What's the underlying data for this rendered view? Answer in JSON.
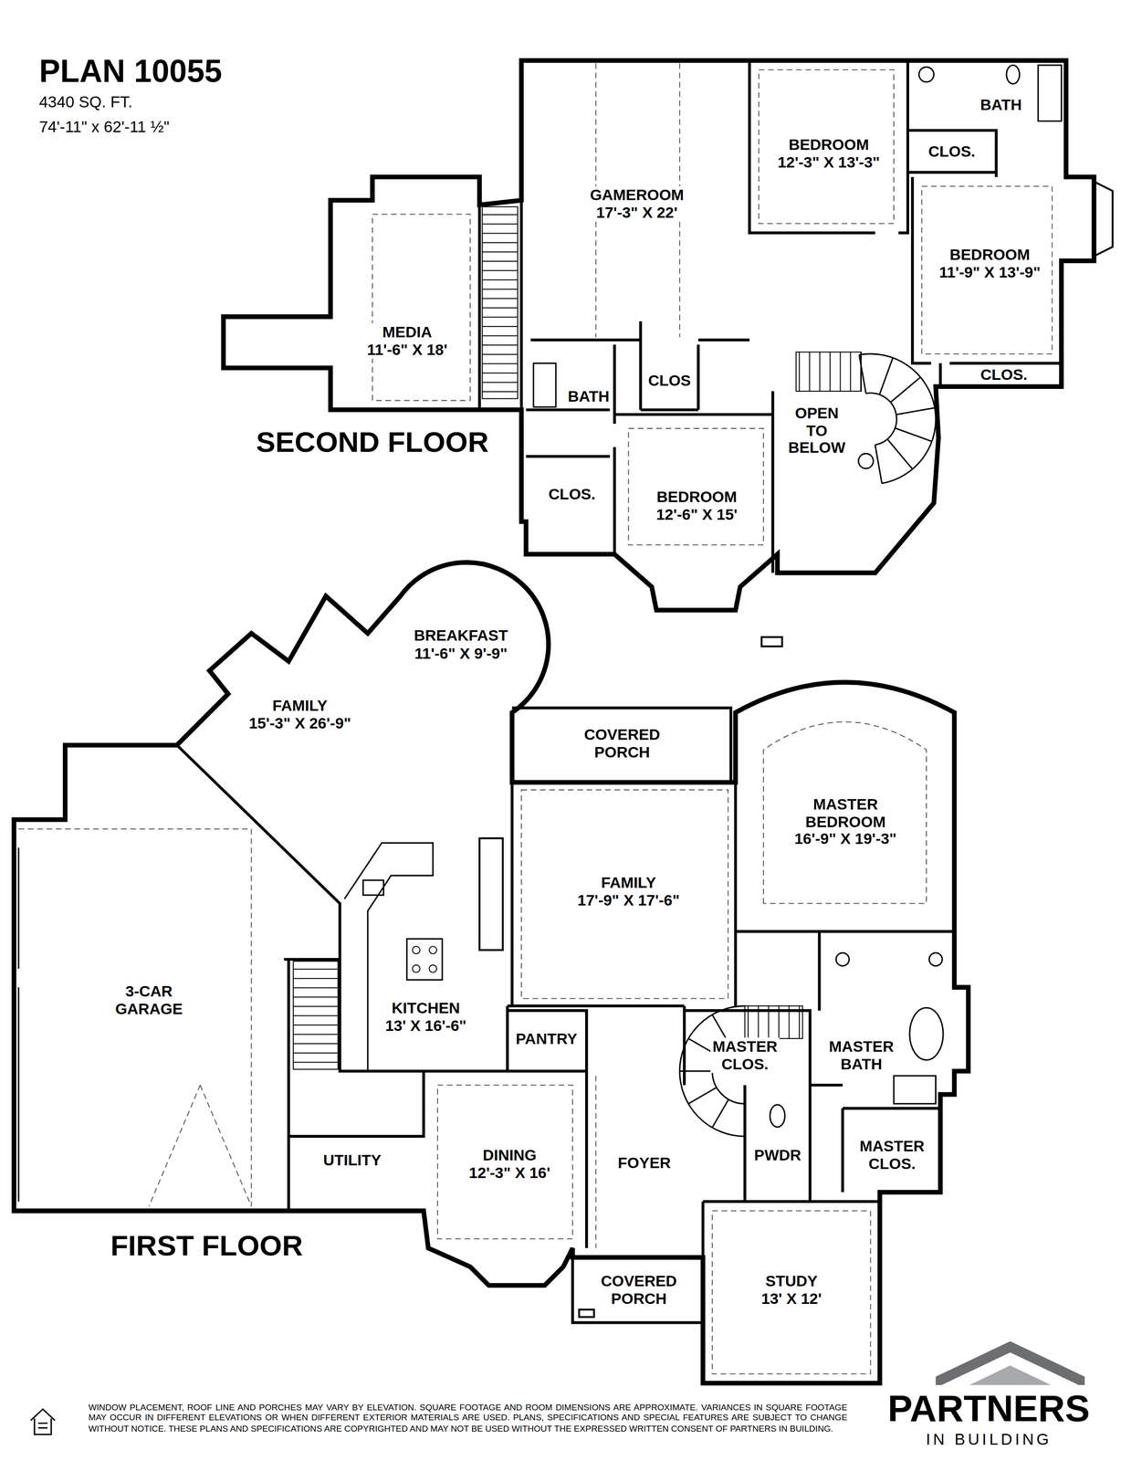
{
  "diagram": {
    "title": "PLAN 10055",
    "nodes": [
      {
        "text": [
          "MEDIA",
          "11'-6\" X 18'"
        ]
      },
      {
        "text": [
          "GAMEROOM",
          "17'-3\" X 22'"
        ]
      },
      {
        "text": [
          "BEDROOM",
          "12'-3\" X 13'-3\""
        ]
      },
      {
        "text": [
          "BATH"
        ]
      },
      {
        "text": [
          "CLOS."
        ]
      },
      {
        "text": [
          "BEDROOM",
          "11'-9\" X 13'-9\""
        ]
      },
      {
        "text": [
          "CLOS."
        ]
      },
      {
        "text": [
          "BATH"
        ]
      },
      {
        "text": [
          "CLOS"
        ]
      },
      {
        "text": [
          "OPEN TO BELOW"
        ]
      },
      {
        "text": [
          "CLOS."
        ]
      },
      {
        "text": [
          "BEDROOM",
          "12'-6\" X 15'"
        ]
      },
      {
        "text": [
          "BREAKFAST",
          "11'-6\" X 9'-9\""
        ]
      },
      {
        "text": [
          "FAMILY",
          "15'-3\" X 26'-9\""
        ]
      },
      {
        "text": [
          "COVERED PORCH"
        ]
      },
      {
        "text": [
          "MASTER BEDROOM",
          "16'-9\" X 19'-3\""
        ]
      },
      {
        "text": [
          "FAMILY",
          "17'-9\" X 17'-6\""
        ]
      },
      {
        "text": [
          "3-CAR GARAGE"
        ]
      },
      {
        "text": [
          "KITCHEN",
          "13' X 16'-6\""
        ]
      },
      {
        "text": [
          "PANTRY"
        ]
      },
      {
        "text": [
          "MASTER CLOS."
        ]
      },
      {
        "text": [
          "MASTER BATH"
        ]
      },
      {
        "text": [
          "UTILITY"
        ]
      },
      {
        "text": [
          "DINING",
          "12'-3\" X 16'"
        ]
      },
      {
        "text": [
          "FOYER"
        ]
      },
      {
        "text": [
          "PWDR"
        ]
      },
      {
        "text": [
          "MASTER CLOS."
        ]
      },
      {
        "text": [
          "COVERED PORCH"
        ]
      },
      {
        "text": [
          "STUDY",
          "13' X 12'"
        ]
      }
    ],
    "labels": [
      "4340 SQ. FT.",
      "74'-11\" x 62'-11 ½\"",
      "SECOND FLOOR",
      "FIRST FLOOR",
      "WINDOW PLACEMENT, ROOF LINE AND PORCHES MAY VARY BY ELEVATION. SQUARE FOOTAGE AND ROOM DIMENSIONS ARE APPROXIMATE. VARIANCES IN SQUARE FOOTAGE MAY OCCUR IN DIFFERENT ELEVATIONS OR WHEN DIFFERENT EXTERIOR MATERIALS ARE USED. PLANS, SPECIFICATIONS AND SPECIAL FEATURES ARE SUBJECT TO CHANGE WITHOUT NOTICE. THESE PLANS AND SPECIFICATIONS ARE COPYRIGHTED AND MAY NOT BE USED WITHOUT THE EXPRESSED WRITTEN CONSENT OF PARTNERS IN BUILDING.",
      "PARTNERS",
      "IN BUILDING"
    ]
  }
}
